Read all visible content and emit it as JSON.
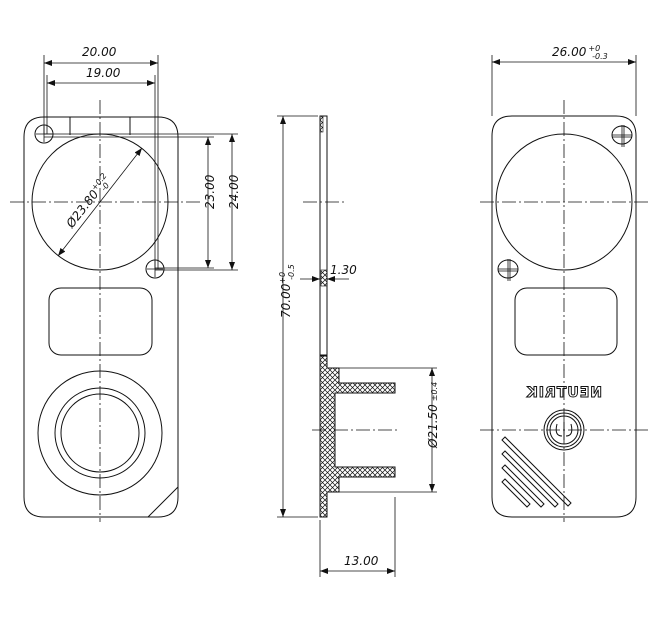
{
  "front_view": {
    "dim_width_outer": "20.00",
    "dim_width_inner": "19.00",
    "dim_diameter": "Ø23.80",
    "dim_diameter_tol_upper": "+0.2",
    "dim_diameter_tol_lower": "-0",
    "dim_height_inner": "23.00",
    "dim_height_outer": "24.00"
  },
  "side_view": {
    "dim_length": "70.00",
    "dim_length_tol_upper": "+0",
    "dim_length_tol_lower": "-0.5",
    "dim_thickness": "1.30",
    "dim_tube_diameter": "Ø21.50",
    "dim_tube_diameter_tol": "±0.4",
    "dim_depth": "13.00"
  },
  "rear_view": {
    "dim_width": "26.00",
    "dim_width_tol_upper": "+0",
    "dim_width_tol_lower": "-0.3",
    "brand_text": "NEUTRIK"
  }
}
